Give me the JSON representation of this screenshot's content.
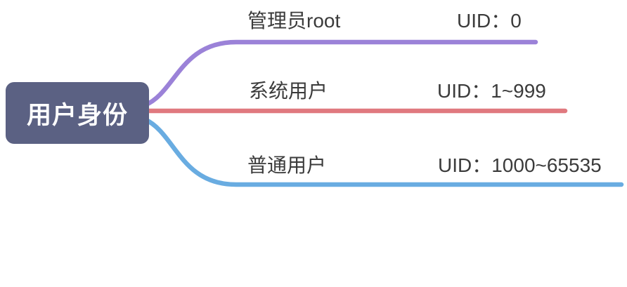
{
  "background": "#ffffff",
  "text_color": "#3b3b3b",
  "root": {
    "label": "用户身份",
    "fill": "#5b6183",
    "text_color": "#ffffff"
  },
  "branches": [
    {
      "label": "管理员root",
      "value": "UID：0",
      "color": "#9b82d8"
    },
    {
      "label": "系统用户",
      "value": "UID：1~999",
      "color": "#e0797f"
    },
    {
      "label": "普通用户",
      "value": "UID：1000~65535",
      "color": "#69ace1"
    }
  ]
}
